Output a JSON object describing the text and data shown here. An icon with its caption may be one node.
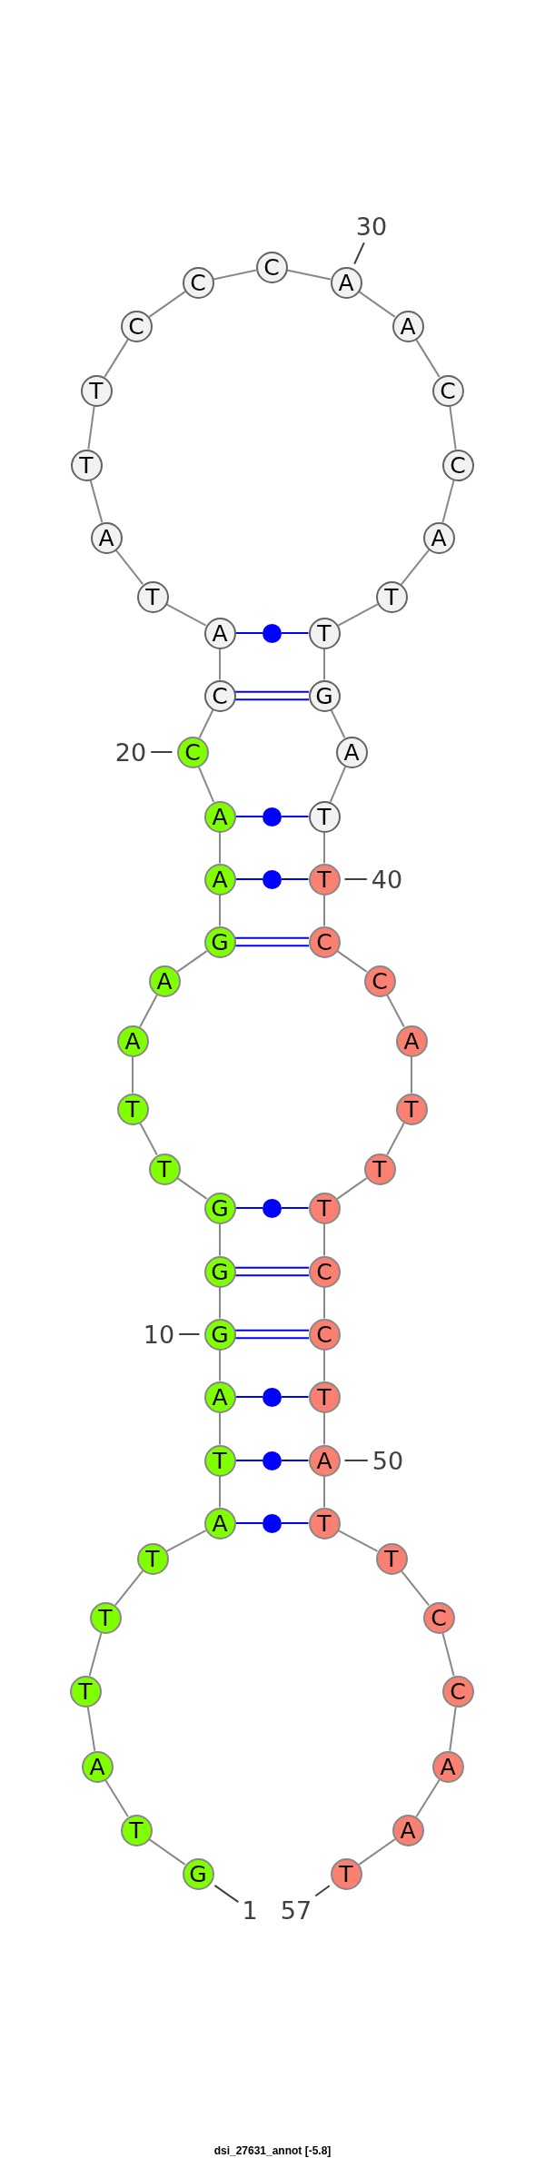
{
  "diagram": {
    "caption": "dsi_27631_annot [-5.8]",
    "nodes": [
      {
        "text": [
          "G"
        ]
      },
      {
        "text": [
          "T"
        ]
      },
      {
        "text": [
          "A"
        ]
      },
      {
        "text": [
          "T"
        ]
      },
      {
        "text": [
          "T"
        ]
      },
      {
        "text": [
          "T"
        ]
      },
      {
        "text": [
          "A"
        ]
      },
      {
        "text": [
          "T"
        ]
      },
      {
        "text": [
          "A"
        ]
      },
      {
        "text": [
          "G"
        ]
      },
      {
        "text": [
          "G"
        ]
      },
      {
        "text": [
          "G"
        ]
      },
      {
        "text": [
          "T"
        ]
      },
      {
        "text": [
          "T"
        ]
      },
      {
        "text": [
          "A"
        ]
      },
      {
        "text": [
          "A"
        ]
      },
      {
        "text": [
          "G"
        ]
      },
      {
        "text": [
          "A"
        ]
      },
      {
        "text": [
          "A"
        ]
      },
      {
        "text": [
          "C"
        ]
      },
      {
        "text": [
          "C"
        ]
      },
      {
        "text": [
          "A"
        ]
      },
      {
        "text": [
          "T"
        ]
      },
      {
        "text": [
          "A"
        ]
      },
      {
        "text": [
          "T"
        ]
      },
      {
        "text": [
          "T"
        ]
      },
      {
        "text": [
          "C"
        ]
      },
      {
        "text": [
          "C"
        ]
      },
      {
        "text": [
          "C"
        ]
      },
      {
        "text": [
          "A"
        ]
      },
      {
        "text": [
          "A"
        ]
      },
      {
        "text": [
          "C"
        ]
      },
      {
        "text": [
          "C"
        ]
      },
      {
        "text": [
          "A"
        ]
      },
      {
        "text": [
          "T"
        ]
      },
      {
        "text": [
          "T"
        ]
      },
      {
        "text": [
          "G"
        ]
      },
      {
        "text": [
          "A"
        ]
      },
      {
        "text": [
          "T"
        ]
      },
      {
        "text": [
          "T"
        ]
      },
      {
        "text": [
          "C"
        ]
      },
      {
        "text": [
          "C"
        ]
      },
      {
        "text": [
          "A"
        ]
      },
      {
        "text": [
          "T"
        ]
      },
      {
        "text": [
          "T"
        ]
      },
      {
        "text": [
          "T"
        ]
      },
      {
        "text": [
          "C"
        ]
      },
      {
        "text": [
          "C"
        ]
      },
      {
        "text": [
          "T"
        ]
      },
      {
        "text": [
          "A"
        ]
      },
      {
        "text": [
          "T"
        ]
      },
      {
        "text": [
          "T"
        ]
      },
      {
        "text": [
          "C"
        ]
      },
      {
        "text": [
          "C"
        ]
      },
      {
        "text": [
          "A"
        ]
      },
      {
        "text": [
          "A"
        ]
      },
      {
        "text": [
          "T"
        ]
      },
      {
        "text": [
          "30"
        ]
      },
      {
        "text": [
          "20"
        ]
      },
      {
        "text": [
          "40"
        ]
      },
      {
        "text": [
          "10"
        ]
      },
      {
        "text": [
          "50"
        ]
      },
      {
        "text": [
          "1"
        ]
      },
      {
        "text": [
          "57"
        ]
      },
      {
        "text": [],
        "shape": "circle"
      },
      {
        "text": [],
        "shape": "circle"
      },
      {
        "text": [],
        "shape": "circle"
      },
      {
        "text": [],
        "shape": "circle"
      },
      {
        "text": [],
        "shape": "circle"
      },
      {
        "text": [],
        "shape": "circle"
      },
      {
        "text": [],
        "shape": "circle"
      }
    ],
    "edges": [
      {
        "from": 0,
        "to": 1,
        "arrow": "none"
      },
      {
        "from": 1,
        "to": 2,
        "arrow": "none"
      },
      {
        "from": 2,
        "to": 3,
        "arrow": "none"
      },
      {
        "from": 3,
        "to": 4,
        "arrow": "none"
      },
      {
        "from": 4,
        "to": 5,
        "arrow": "none"
      },
      {
        "from": 5,
        "to": 6,
        "arrow": "none"
      },
      {
        "from": 6,
        "to": 7,
        "arrow": "none"
      },
      {
        "from": 7,
        "to": 8,
        "arrow": "none"
      },
      {
        "from": 8,
        "to": 9,
        "arrow": "none"
      },
      {
        "from": 9,
        "to": 10,
        "arrow": "none"
      },
      {
        "from": 10,
        "to": 11,
        "arrow": "none"
      },
      {
        "from": 11,
        "to": 12,
        "arrow": "none"
      },
      {
        "from": 12,
        "to": 13,
        "arrow": "none"
      },
      {
        "from": 13,
        "to": 14,
        "arrow": "none"
      },
      {
        "from": 14,
        "to": 15,
        "arrow": "none"
      },
      {
        "from": 15,
        "to": 16,
        "arrow": "none"
      },
      {
        "from": 16,
        "to": 17,
        "arrow": "none"
      },
      {
        "from": 17,
        "to": 18,
        "arrow": "none"
      },
      {
        "from": 18,
        "to": 19,
        "arrow": "none"
      },
      {
        "from": 19,
        "to": 20,
        "arrow": "none"
      },
      {
        "from": 20,
        "to": 21,
        "arrow": "none"
      },
      {
        "from": 21,
        "to": 22,
        "arrow": "none"
      },
      {
        "from": 22,
        "to": 23,
        "arrow": "none"
      },
      {
        "from": 23,
        "to": 24,
        "arrow": "none"
      },
      {
        "from": 24,
        "to": 25,
        "arrow": "none"
      },
      {
        "from": 25,
        "to": 26,
        "arrow": "none"
      },
      {
        "from": 26,
        "to": 27,
        "arrow": "none"
      },
      {
        "from": 27,
        "to": 28,
        "arrow": "none"
      },
      {
        "from": 28,
        "to": 29,
        "arrow": "none"
      },
      {
        "from": 29,
        "to": 30,
        "arrow": "none"
      },
      {
        "from": 30,
        "to": 31,
        "arrow": "none"
      },
      {
        "from": 31,
        "to": 32,
        "arrow": "none"
      },
      {
        "from": 32,
        "to": 33,
        "arrow": "none"
      },
      {
        "from": 33,
        "to": 34,
        "arrow": "none"
      },
      {
        "from": 34,
        "to": 35,
        "arrow": "none"
      },
      {
        "from": 35,
        "to": 36,
        "arrow": "none"
      },
      {
        "from": 36,
        "to": 37,
        "arrow": "none"
      },
      {
        "from": 37,
        "to": 38,
        "arrow": "none"
      },
      {
        "from": 38,
        "to": 39,
        "arrow": "none"
      },
      {
        "from": 39,
        "to": 40,
        "arrow": "none"
      },
      {
        "from": 40,
        "to": 41,
        "arrow": "none"
      },
      {
        "from": 41,
        "to": 42,
        "arrow": "none"
      },
      {
        "from": 42,
        "to": 43,
        "arrow": "none"
      },
      {
        "from": 43,
        "to": 44,
        "arrow": "none"
      },
      {
        "from": 44,
        "to": 45,
        "arrow": "none"
      },
      {
        "from": 45,
        "to": 46,
        "arrow": "none"
      },
      {
        "from": 46,
        "to": 47,
        "arrow": "none"
      },
      {
        "from": 47,
        "to": 48,
        "arrow": "none"
      },
      {
        "from": 48,
        "to": 49,
        "arrow": "none"
      },
      {
        "from": 49,
        "to": 50,
        "arrow": "none"
      },
      {
        "from": 50,
        "to": 51,
        "arrow": "none"
      },
      {
        "from": 51,
        "to": 52,
        "arrow": "none"
      },
      {
        "from": 52,
        "to": 53,
        "arrow": "none"
      },
      {
        "from": 53,
        "to": 54,
        "arrow": "none"
      },
      {
        "from": 54,
        "to": 55,
        "arrow": "none"
      },
      {
        "from": 55,
        "to": 56,
        "arrow": "none"
      },
      {
        "from": 6,
        "to": 70,
        "arrow": "none",
        "color": "#0000ff"
      },
      {
        "from": 70,
        "to": 50,
        "arrow": "none",
        "color": "#0000ff"
      },
      {
        "from": 7,
        "to": 69,
        "arrow": "none",
        "color": "#0000ff"
      },
      {
        "from": 69,
        "to": 49,
        "arrow": "none",
        "color": "#0000ff"
      },
      {
        "from": 8,
        "to": 68,
        "arrow": "none",
        "color": "#0000ff"
      },
      {
        "from": 68,
        "to": 48,
        "arrow": "none",
        "color": "#0000ff"
      },
      {
        "from": 9,
        "to": 47,
        "arrow": "none",
        "color": "#0000ff"
      },
      {
        "from": 9,
        "to": 47,
        "arrow": "none",
        "color": "#0000ff"
      },
      {
        "from": 10,
        "to": 46,
        "arrow": "none",
        "color": "#0000ff"
      },
      {
        "from": 10,
        "to": 46,
        "arrow": "none",
        "color": "#0000ff"
      },
      {
        "from": 11,
        "to": 67,
        "arrow": "none",
        "color": "#0000ff"
      },
      {
        "from": 67,
        "to": 45,
        "arrow": "none",
        "color": "#0000ff"
      },
      {
        "from": 16,
        "to": 40,
        "arrow": "none",
        "color": "#0000ff"
      },
      {
        "from": 16,
        "to": 40,
        "arrow": "none",
        "color": "#0000ff"
      },
      {
        "from": 17,
        "to": 66,
        "arrow": "none",
        "color": "#0000ff"
      },
      {
        "from": 66,
        "to": 39,
        "arrow": "none",
        "color": "#0000ff"
      },
      {
        "from": 18,
        "to": 65,
        "arrow": "none",
        "color": "#0000ff"
      },
      {
        "from": 65,
        "to": 38,
        "arrow": "none",
        "color": "#0000ff"
      },
      {
        "from": 20,
        "to": 36,
        "arrow": "none",
        "color": "#0000ff"
      },
      {
        "from": 20,
        "to": 36,
        "arrow": "none",
        "color": "#0000ff"
      },
      {
        "from": 21,
        "to": 64,
        "arrow": "none",
        "color": "#0000ff"
      },
      {
        "from": 64,
        "to": 35,
        "arrow": "none",
        "color": "#0000ff"
      },
      {
        "from": 57,
        "to": 29,
        "arrow": "none",
        "color": "#404040"
      },
      {
        "from": 58,
        "to": 19,
        "arrow": "none",
        "color": "#404040"
      },
      {
        "from": 59,
        "to": 39,
        "arrow": "none",
        "color": "#404040"
      },
      {
        "from": 60,
        "to": 9,
        "arrow": "none",
        "color": "#404040"
      },
      {
        "from": 61,
        "to": 49,
        "arrow": "none",
        "color": "#404040"
      },
      {
        "from": 62,
        "to": 0,
        "arrow": "none",
        "color": "#404040"
      },
      {
        "from": 63,
        "to": 56,
        "arrow": "none",
        "color": "#404040"
      }
    ]
  }
}
